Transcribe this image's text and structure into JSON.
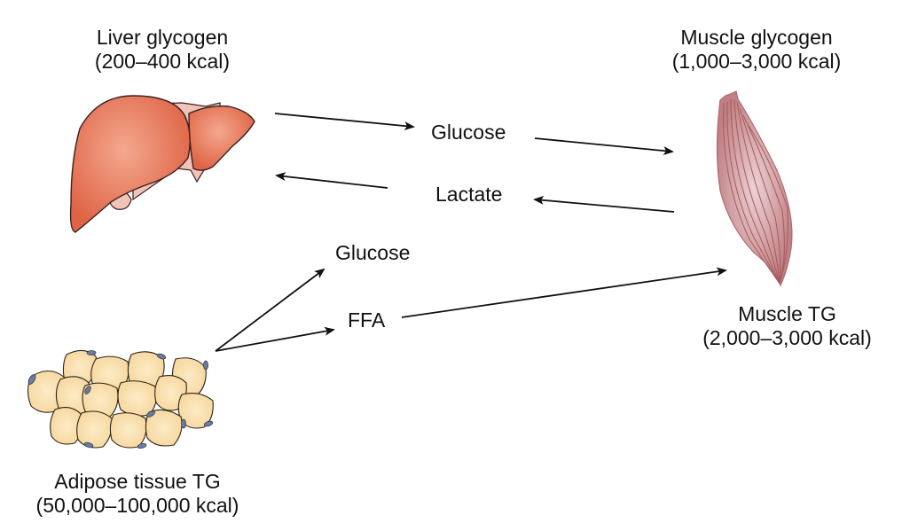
{
  "nodes": {
    "liver": {
      "name": "Liver glycogen",
      "capacity": "(200–400 kcal)"
    },
    "muscle_glycogen": {
      "name": "Muscle glycogen",
      "capacity": "(1,000–3,000 kcal)"
    },
    "muscle_tg": {
      "name": "Muscle TG",
      "capacity": "(2,000–3,000 kcal)"
    },
    "adipose": {
      "name": "Adipose tissue TG",
      "capacity": "(50,000–100,000 kcal)"
    }
  },
  "flows": {
    "liver_glucose": "Glucose",
    "lactate": "Lactate",
    "adipose_glucose": "Glucose",
    "ffa": "FFA"
  },
  "edges": [
    {
      "from": "liver",
      "to": "muscle_glycogen",
      "via": "Glucose"
    },
    {
      "from": "muscle_glycogen",
      "to": "liver",
      "via": "Lactate"
    },
    {
      "from": "adipose",
      "to": "circulation",
      "via": "Glucose"
    },
    {
      "from": "adipose",
      "to": "muscle_tg",
      "via": "FFA"
    }
  ],
  "colors": {
    "liver": "#e26a4c",
    "liver_light": "#f3a78b",
    "liver_ligament": "#f0c4b8",
    "muscle": "#c98a8a",
    "muscle_fiber": "#a85a5e",
    "adipocyte": "#fbe4b4",
    "nucleus": "#6f7a9c",
    "arrow": "#111111"
  }
}
